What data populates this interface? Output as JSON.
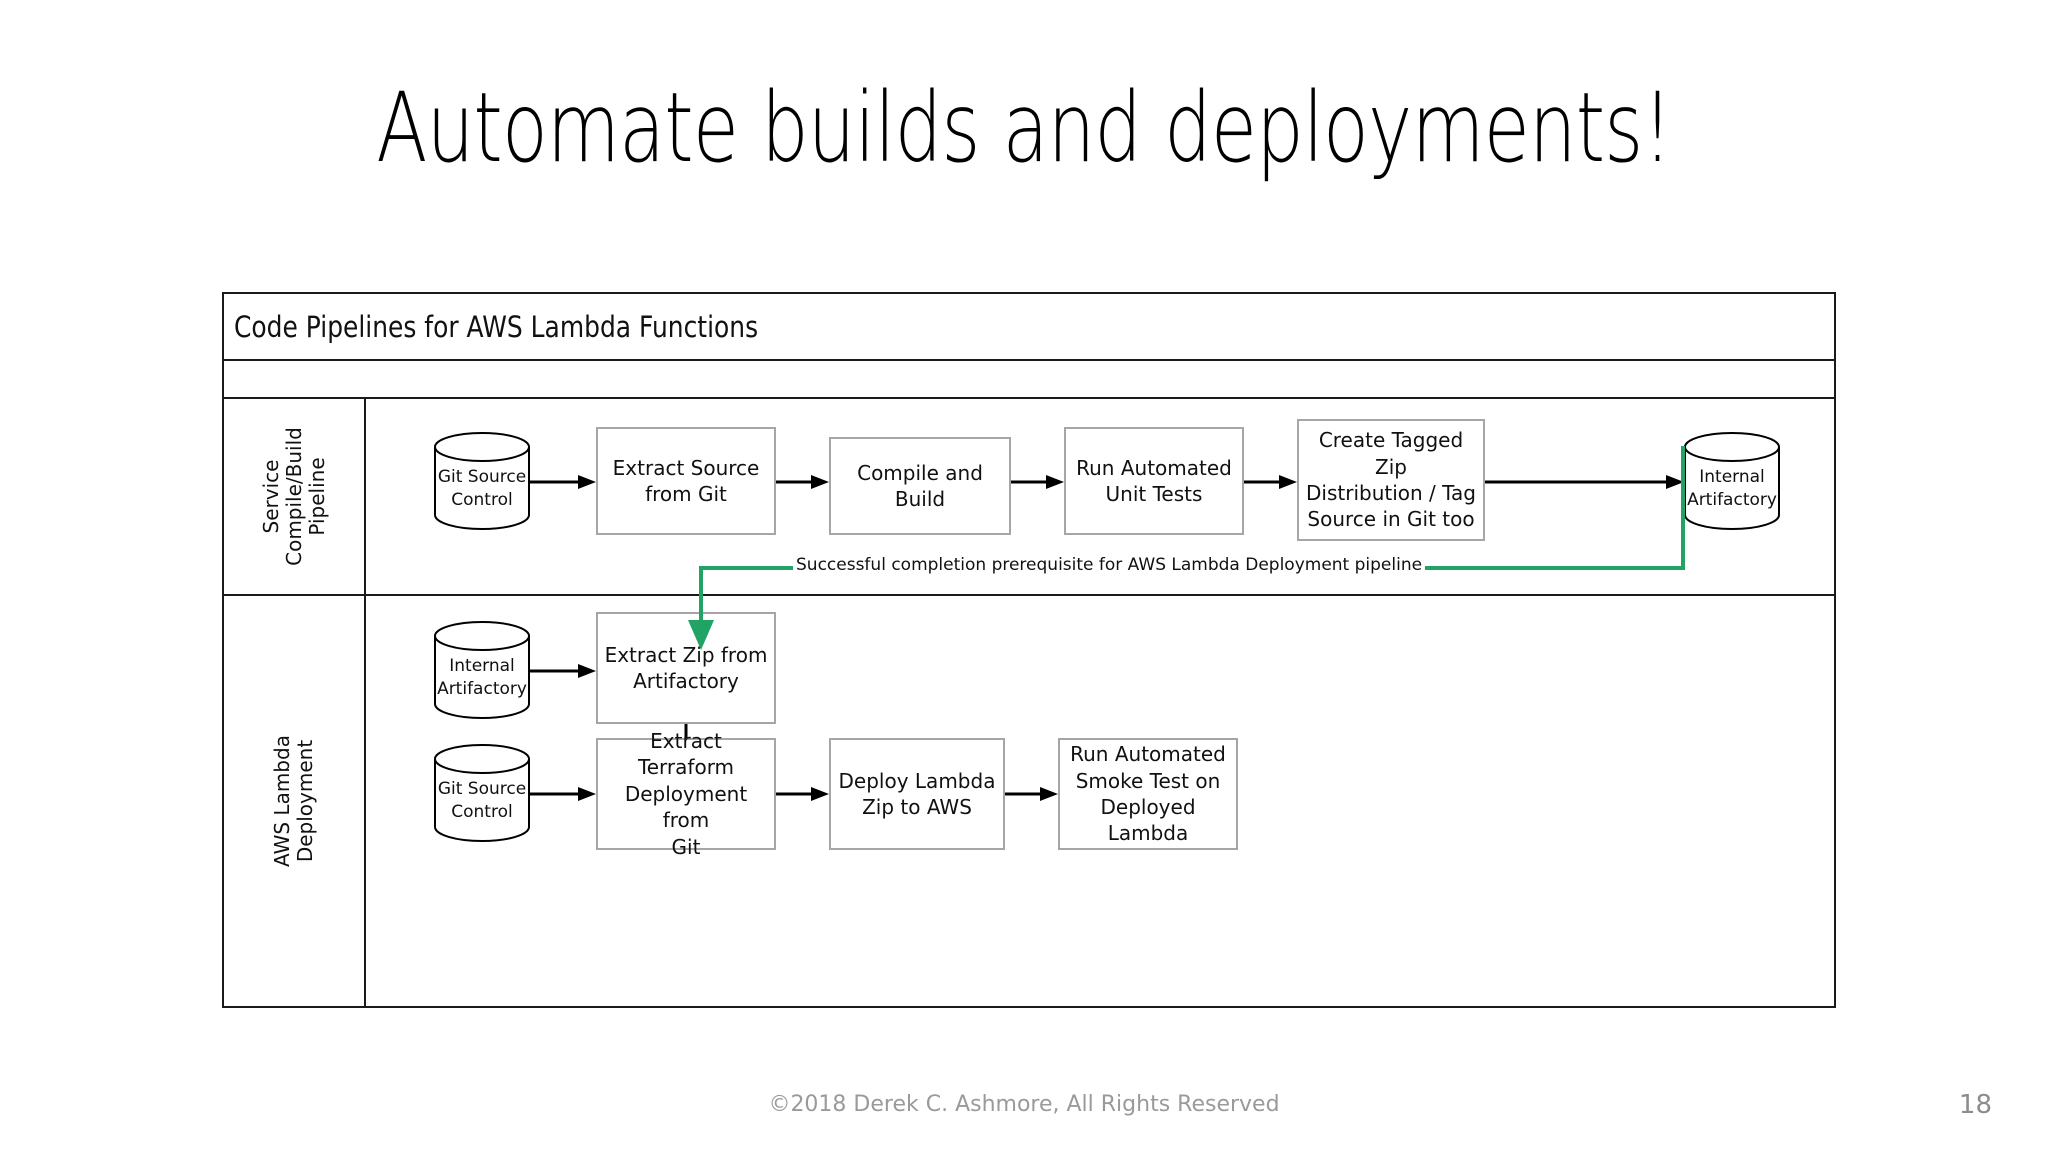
{
  "slide": {
    "title": "Automate builds and deployments!",
    "page_number": "18",
    "copyright": "©2018 Derek C. Ashmore, All Rights Reserved"
  },
  "colors": {
    "frame_border": "#1a1a1a",
    "box_border": "#a6a6a6",
    "arrow": "#000000",
    "green_connector": "#21a365",
    "footer_text": "#9a9a9a"
  },
  "diagram": {
    "header": "Code Pipelines for AWS Lambda Functions",
    "lanes": [
      {
        "id": "service-compile-build-pipeline",
        "label": "Service\nCompile/Build\nPipeline",
        "nodes": [
          {
            "id": "git-source-control-1",
            "type": "cylinder",
            "label": "Git Source\nControl"
          },
          {
            "id": "extract-source-from-git",
            "type": "process",
            "label": "Extract Source\nfrom Git"
          },
          {
            "id": "compile-and-build",
            "type": "process",
            "label": "Compile and Build"
          },
          {
            "id": "run-automated-unit-tests",
            "type": "process",
            "label": "Run Automated\nUnit Tests"
          },
          {
            "id": "create-tagged-zip",
            "type": "process",
            "label": "Create Tagged Zip\nDistribution / Tag\nSource in Git too"
          },
          {
            "id": "internal-artifactory-1",
            "type": "cylinder",
            "label": "Internal\nArtifactory"
          }
        ]
      },
      {
        "id": "aws-lambda-deployment",
        "label": "AWS Lambda Deployment",
        "nodes": [
          {
            "id": "internal-artifactory-2",
            "type": "cylinder",
            "label": "Internal\nArtifactory"
          },
          {
            "id": "extract-zip-from-artifactory",
            "type": "process",
            "label": "Extract Zip from\nArtifactory"
          },
          {
            "id": "git-source-control-2",
            "type": "cylinder",
            "label": "Git Source\nControl"
          },
          {
            "id": "extract-terraform-deployment",
            "type": "process",
            "label": "Extract Terraform\nDeployment from\nGit"
          },
          {
            "id": "deploy-lambda-zip-to-aws",
            "type": "process",
            "label": "Deploy Lambda\nZip to AWS"
          },
          {
            "id": "run-automated-smoke-test",
            "type": "process",
            "label": "Run Automated\nSmoke Test on\nDeployed Lambda"
          }
        ]
      }
    ],
    "cross_lane_connector": {
      "label": "Successful completion prerequisite for AWS Lambda Deployment pipeline"
    }
  }
}
